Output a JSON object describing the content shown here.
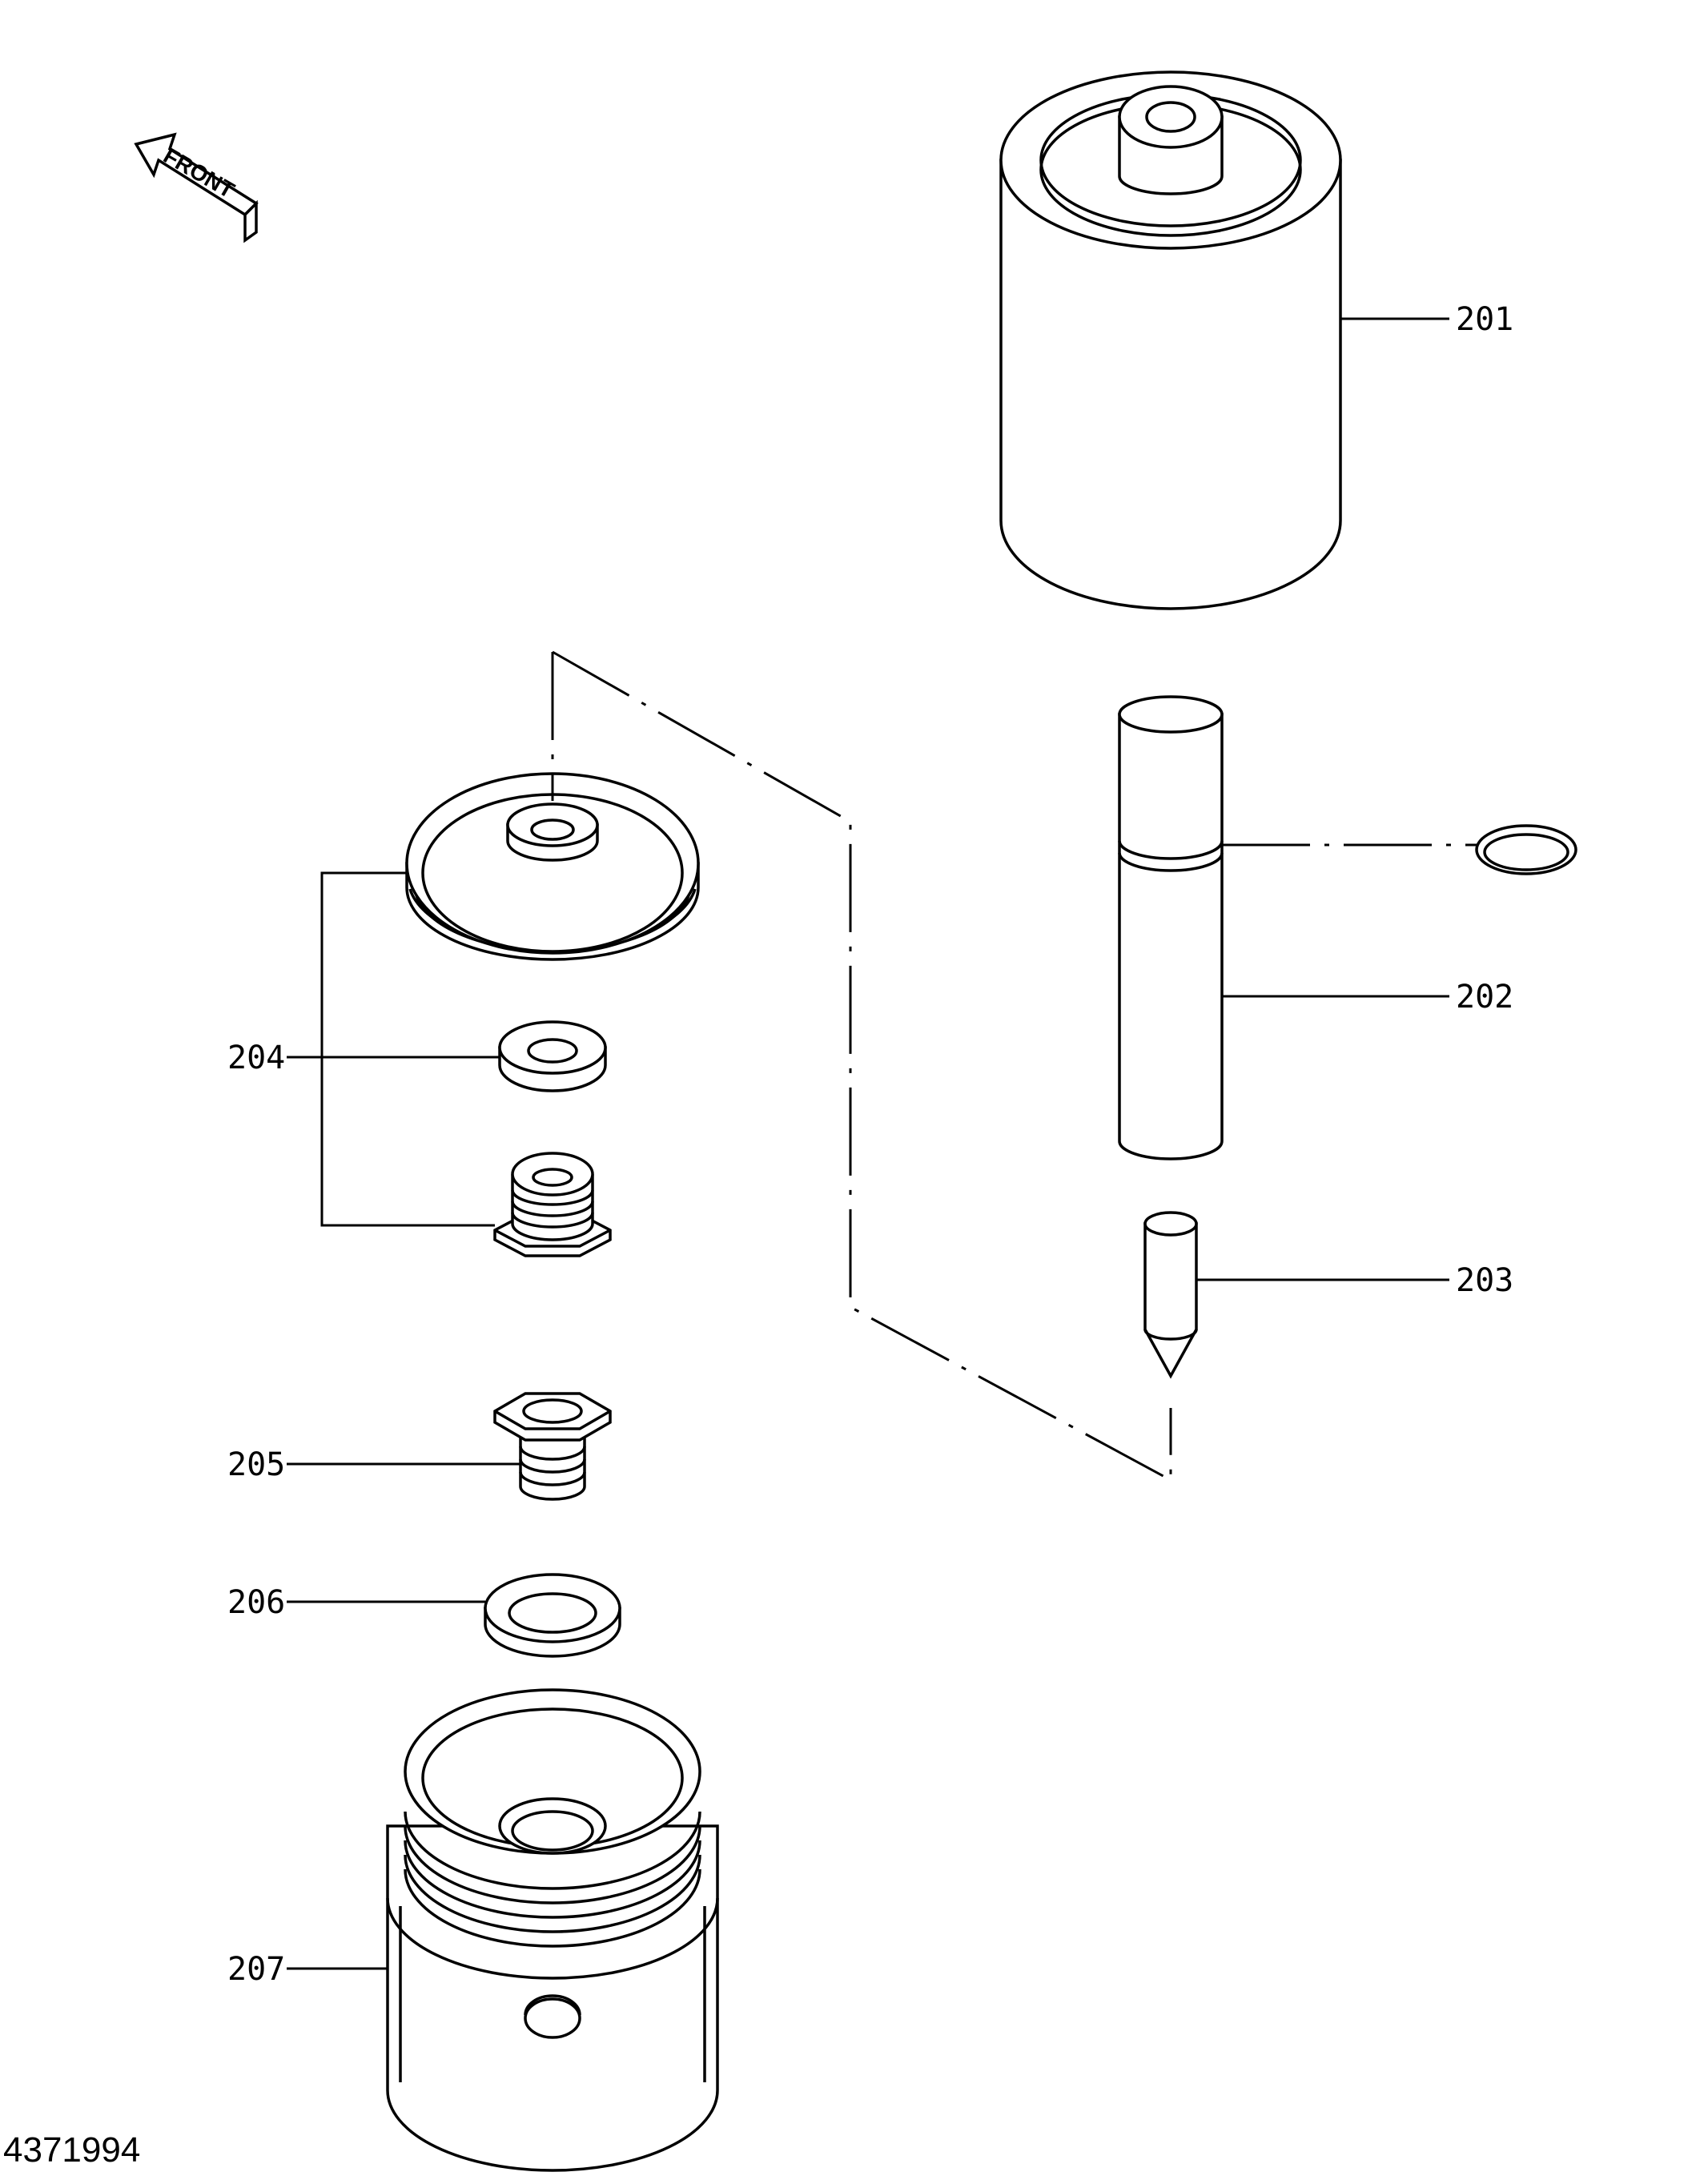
{
  "direction_label": "FRONT",
  "parts": [
    {
      "ref": "201",
      "icon": "filter-canister"
    },
    {
      "ref": "202",
      "icon": "filter-rod"
    },
    {
      "ref": "203",
      "icon": "pointed-pin"
    },
    {
      "ref": "204",
      "icon": "cap-assembly"
    },
    {
      "ref": "205",
      "icon": "hex-plug"
    },
    {
      "ref": "206",
      "icon": "washer"
    },
    {
      "ref": "207",
      "icon": "threaded-housing"
    }
  ],
  "document_id": "4371994"
}
